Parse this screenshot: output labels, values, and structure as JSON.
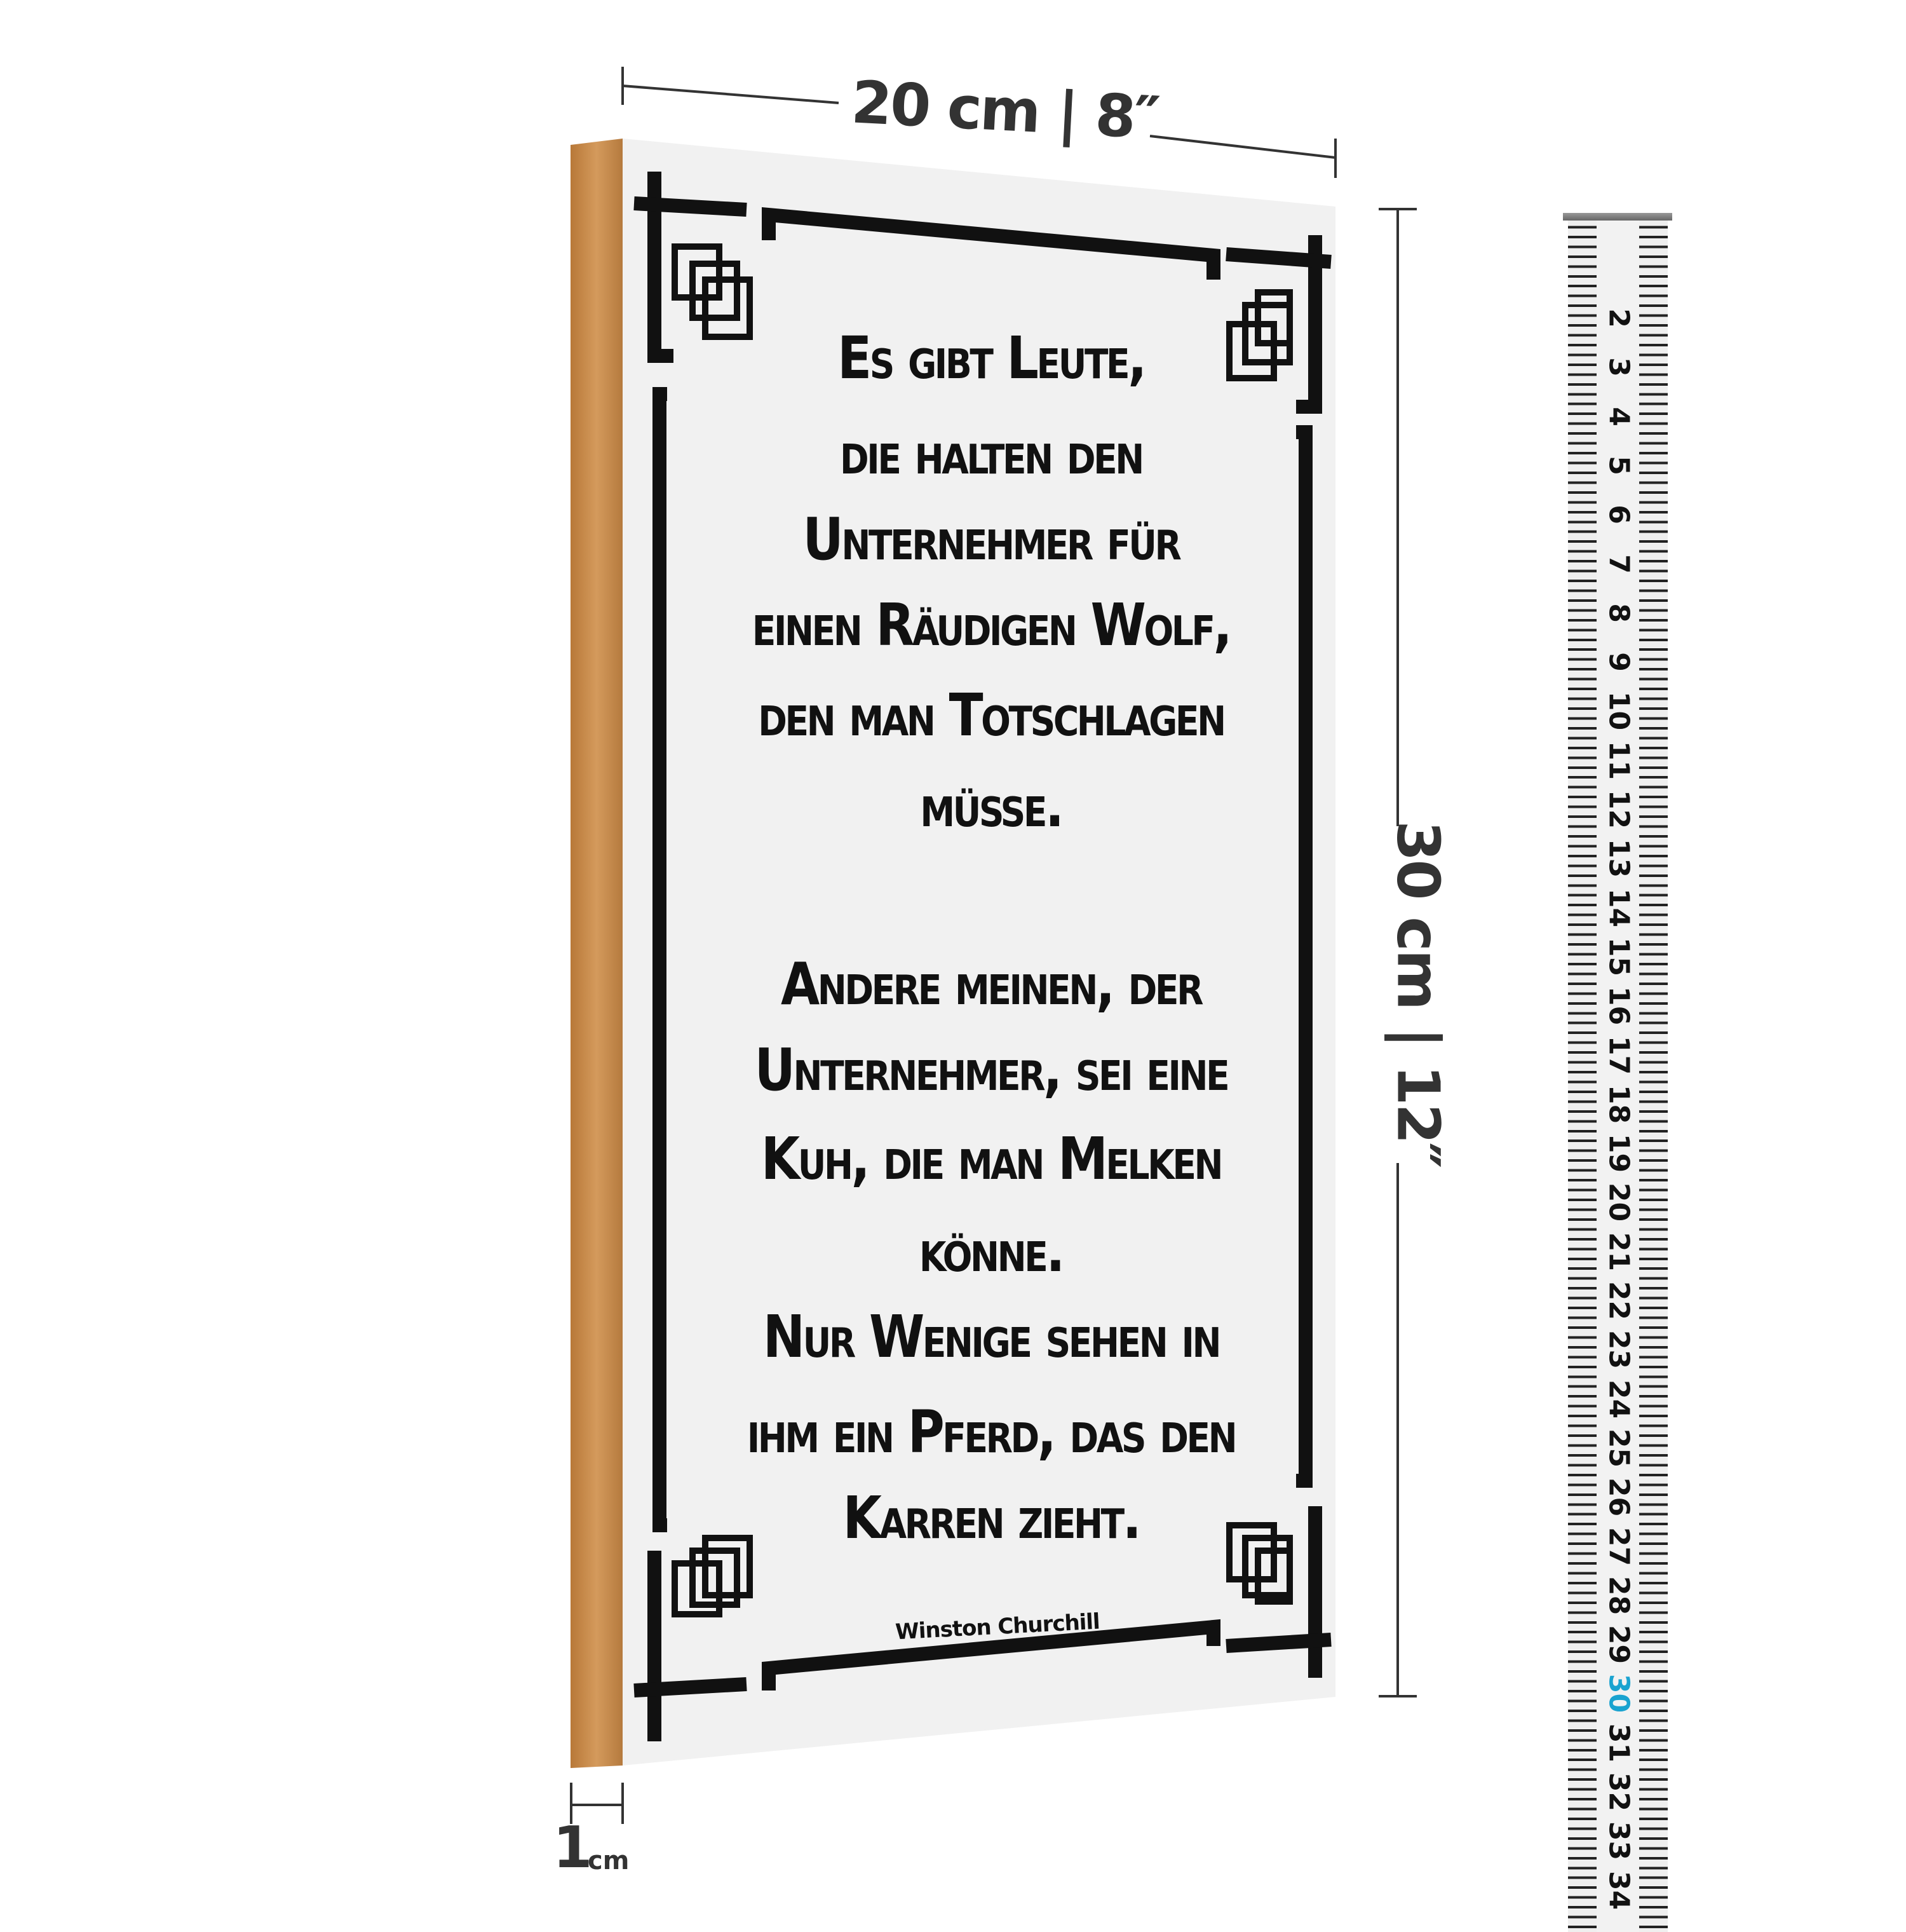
{
  "dimensions": {
    "width_label": "20 cm | 8″",
    "height_label": "30 cm | 12″",
    "depth_number": "1",
    "depth_unit": "cm"
  },
  "sign": {
    "quote_lines": [
      "Es gibt Leute,",
      "die halten den",
      "Unternehmer für",
      "einen Räudigen Wolf,",
      "den man Totschlagen",
      "müsse.",
      "Andere meinen, der",
      "Unternehmer, sei eine",
      "Kuh, die man Melken",
      "könne.",
      "Nur Wenige sehen in",
      "ihm ein Pferd, das den",
      "Karren zieht."
    ],
    "author": "Winston Churchill"
  },
  "ruler": {
    "numbers": [
      "2",
      "3",
      "4",
      "5",
      "6",
      "7",
      "8",
      "9",
      "10",
      "11",
      "12",
      "13",
      "14",
      "15",
      "16",
      "17",
      "18",
      "19",
      "20",
      "21",
      "22",
      "23",
      "24",
      "25",
      "26",
      "27",
      "28",
      "29",
      "30",
      "31",
      "32",
      "33",
      "34"
    ],
    "highlight_number": "30",
    "highlight_color": "#1aa3d0"
  },
  "colors": {
    "wood": "#c98a4a",
    "face": "#f1f1f1",
    "ink": "#111111"
  }
}
